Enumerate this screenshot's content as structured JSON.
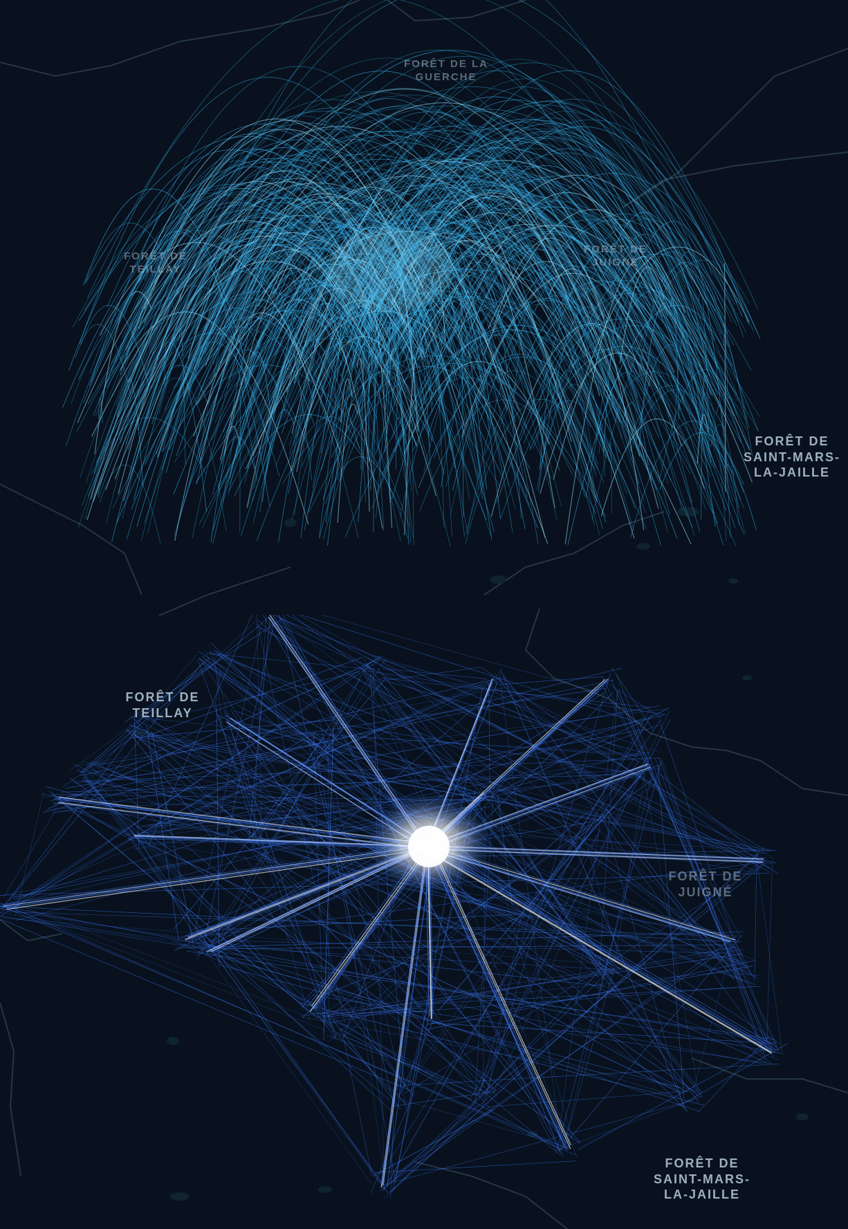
{
  "map": {
    "colors": {
      "background": "#08111d",
      "water": "#0f2330",
      "boundary": "#2b3d4c",
      "label": "#9fb0c0",
      "arc_flow": "#38b6f2",
      "arc_highlight": "#9fe6ff",
      "route_flow": "#3d7bff",
      "route_highlight": "#ffffff"
    },
    "panels": [
      {
        "id": "top",
        "style": "arcs",
        "labels": [
          {
            "key": "guerche",
            "lines": [
              "Forêt de la",
              "Guerche"
            ]
          },
          {
            "key": "teillay",
            "lines": [
              "Forêt de",
              "Teillay"
            ]
          },
          {
            "key": "juigne",
            "lines": [
              "Forêt de",
              "Juigné"
            ]
          },
          {
            "key": "saint-mars",
            "lines": [
              "Forêt de",
              "Saint-Mars-",
              "la-Jaille"
            ]
          }
        ]
      },
      {
        "id": "bottom",
        "style": "routes",
        "labels": [
          {
            "key": "teillay",
            "lines": [
              "Forêt de",
              "Teillay"
            ]
          },
          {
            "key": "juigne",
            "lines": [
              "Forêt de",
              "Juigné"
            ]
          },
          {
            "key": "saint-mars",
            "lines": [
              "Forêt de",
              "Saint-Mars-",
              "la-Jaille"
            ]
          }
        ]
      }
    ]
  }
}
